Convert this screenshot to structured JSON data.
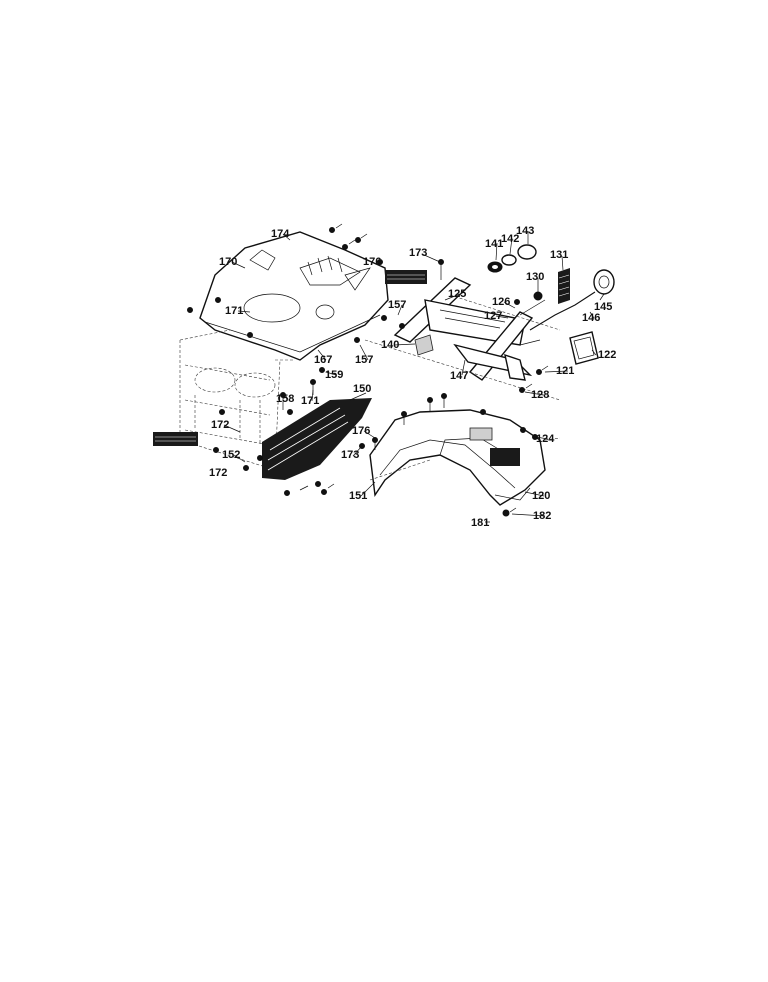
{
  "callouts": {
    "c174": "174",
    "c170": "170",
    "c171a": "171",
    "c176a": "176",
    "c173a": "173",
    "c157a": "157",
    "c157b": "157",
    "c167": "167",
    "c159": "159",
    "c171b": "171",
    "c158": "158",
    "c150": "150",
    "c172a": "172",
    "c152": "152",
    "c172b": "172",
    "c141": "141",
    "c142": "142",
    "c143": "143",
    "c131": "131",
    "c130": "130",
    "c145": "145",
    "c146": "146",
    "c125": "125",
    "c126": "126",
    "c127": "127",
    "c140": "140",
    "c147": "147",
    "c121": "121",
    "c122": "122",
    "c128": "128",
    "c176b": "176",
    "c173b": "173",
    "c124": "124",
    "c151": "151",
    "c120": "120",
    "c181": "181",
    "c182": "182"
  }
}
